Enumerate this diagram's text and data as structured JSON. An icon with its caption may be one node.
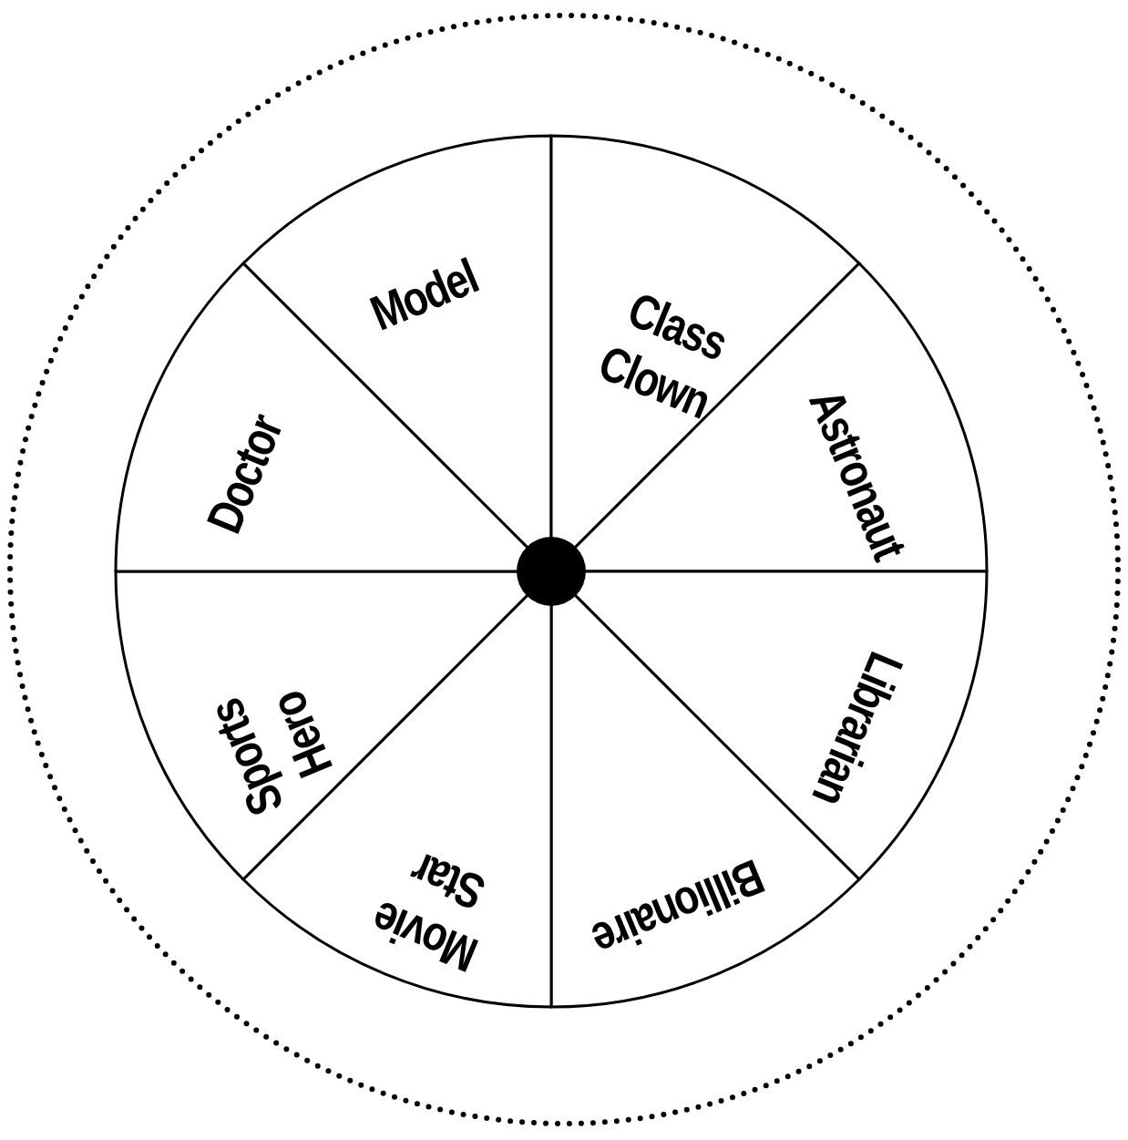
{
  "diagram": {
    "nodes": [
      {
        "text": [
          "Model"
        ]
      },
      {
        "text": [
          "Class Clown"
        ]
      },
      {
        "text": [
          "Astronaut"
        ]
      },
      {
        "text": [
          "Librarian"
        ]
      },
      {
        "text": [
          "Billionaire"
        ]
      },
      {
        "text": [
          "Movie Star"
        ]
      },
      {
        "text": [
          "Sports Hero"
        ]
      },
      {
        "text": [
          "Doctor"
        ]
      },
      {
        "text": [],
        "shape": "circle"
      }
    ],
    "edges": []
  }
}
